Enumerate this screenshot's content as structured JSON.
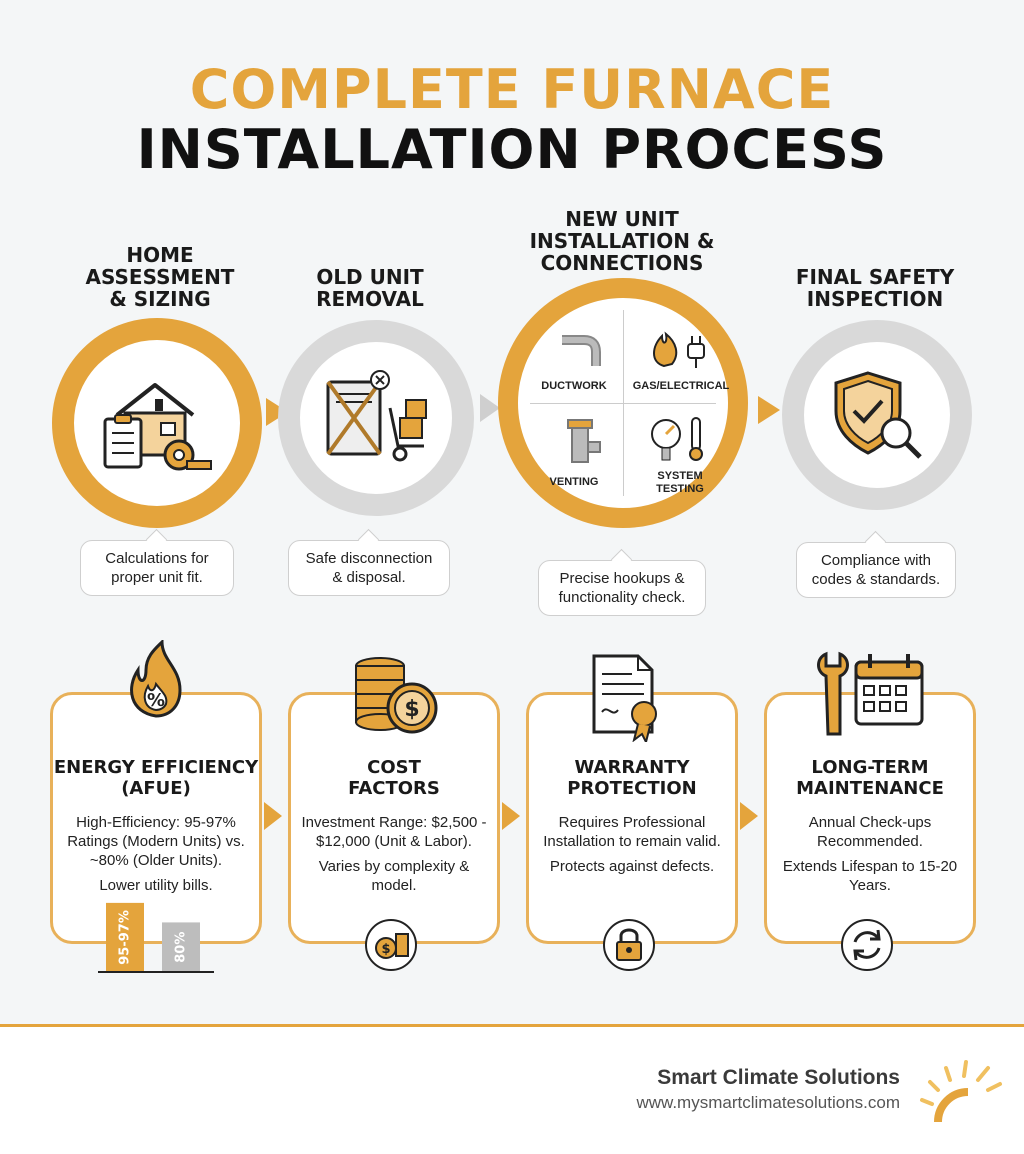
{
  "title": {
    "line1": "COMPLETE FURNACE",
    "line2": "INSTALLATION PROCESS"
  },
  "steps": [
    {
      "title": "HOME ASSESSMENT & SIZING",
      "title_lines": [
        "HOME",
        "ASSESSMENT",
        "& SIZING"
      ],
      "note_lines": [
        "Calculations for",
        "proper unit fit."
      ],
      "icon": "house-clipboard-tape-icon"
    },
    {
      "title": "OLD UNIT REMOVAL",
      "title_lines": [
        "OLD UNIT",
        "REMOVAL"
      ],
      "note_lines": [
        "Safe disconnection",
        "& disposal."
      ],
      "icon": "old-furnace-dolly-icon"
    },
    {
      "title": "NEW UNIT INSTALLATION & CONNECTIONS",
      "title_lines": [
        "NEW UNIT",
        "INSTALLATION &",
        "CONNECTIONS"
      ],
      "note_lines": [
        "Precise hookups &",
        "functionality check."
      ],
      "icon": "installation-grid-icon",
      "sub_items": [
        "DUCTWORK",
        "GAS/ELECTRICAL",
        "VENTING",
        "SYSTEM",
        "TESTING"
      ]
    },
    {
      "title": "FINAL SAFETY INSPECTION",
      "title_lines": [
        "FINAL SAFETY",
        "INSPECTION"
      ],
      "note_lines": [
        "Compliance with",
        "codes & standards."
      ],
      "icon": "shield-magnifier-icon"
    }
  ],
  "cards": [
    {
      "title_lines": [
        "ENERGY EFFICIENCY",
        "(AFUE)"
      ],
      "text": [
        "High-Efficiency: 95-97% Ratings (Modern Units) vs. ~80% (Older Units).",
        "Lower utility bills."
      ],
      "icon": "flame-percent-icon",
      "bars": [
        {
          "label": "95-97%",
          "value": 96,
          "color": "#e4a43c"
        },
        {
          "label": "80%",
          "value": 80,
          "color": "#bdbdbd"
        }
      ]
    },
    {
      "title_lines": [
        "COST",
        "FACTORS"
      ],
      "text": [
        "Investment Range: $2,500 - $12,000 (Unit & Labor).",
        "Varies by complexity & model."
      ],
      "icon": "coins-dollar-icon",
      "bottom_icon": "coin-dollar-icon"
    },
    {
      "title_lines": [
        "WARRANTY",
        "PROTECTION"
      ],
      "text": [
        "Requires Professional Installation to remain valid.",
        "Protects against defects."
      ],
      "icon": "certificate-icon",
      "bottom_icon": "padlock-icon"
    },
    {
      "title_lines": [
        "LONG-TERM",
        "MAINTENANCE"
      ],
      "text": [
        "Annual Check-ups Recommended.",
        "Extends Lifespan to 15-20 Years."
      ],
      "icon": "wrench-calendar-icon",
      "bottom_icon": "refresh-icon"
    }
  ],
  "brand": {
    "name": "Smart Climate Solutions",
    "url": "www.mysmartclimatesolutions.com",
    "logo": "sun-logo-icon"
  },
  "colors": {
    "accent": "#e4a43c",
    "gray": "#d9d9d9",
    "text": "#1a1a1a"
  }
}
